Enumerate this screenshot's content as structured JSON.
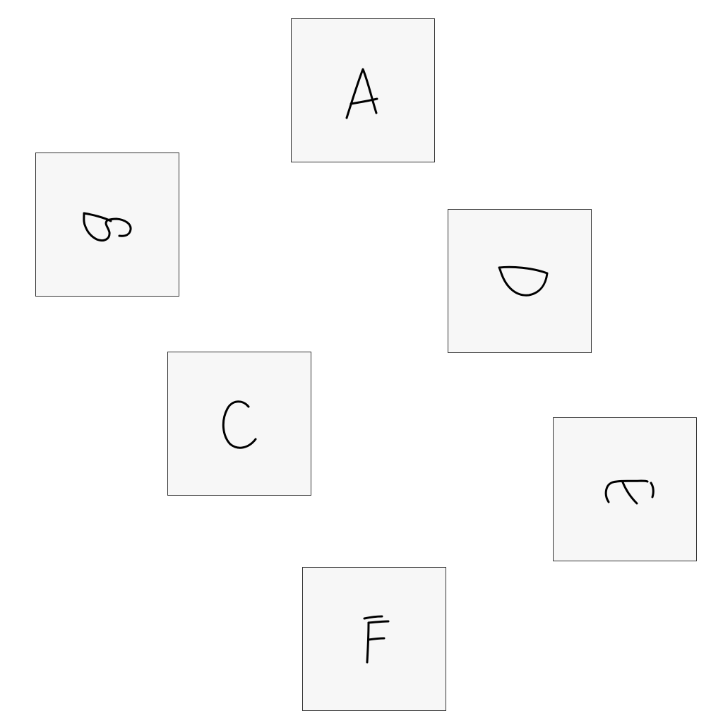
{
  "tiles": [
    {
      "id": "a",
      "letter": "A",
      "orientation": "upright"
    },
    {
      "id": "b",
      "letter": "B",
      "orientation": "rotated-90-clockwise"
    },
    {
      "id": "c",
      "letter": "C",
      "orientation": "upright"
    },
    {
      "id": "d",
      "letter": "D",
      "orientation": "rotated-90-clockwise"
    },
    {
      "id": "e",
      "letter": "E",
      "orientation": "rotated-90-clockwise"
    },
    {
      "id": "f",
      "letter": "F",
      "orientation": "upright"
    }
  ],
  "colors": {
    "tile_fill": "#f7f7f7",
    "tile_border": "#333333",
    "ink": "#000000",
    "background": "#ffffff"
  }
}
